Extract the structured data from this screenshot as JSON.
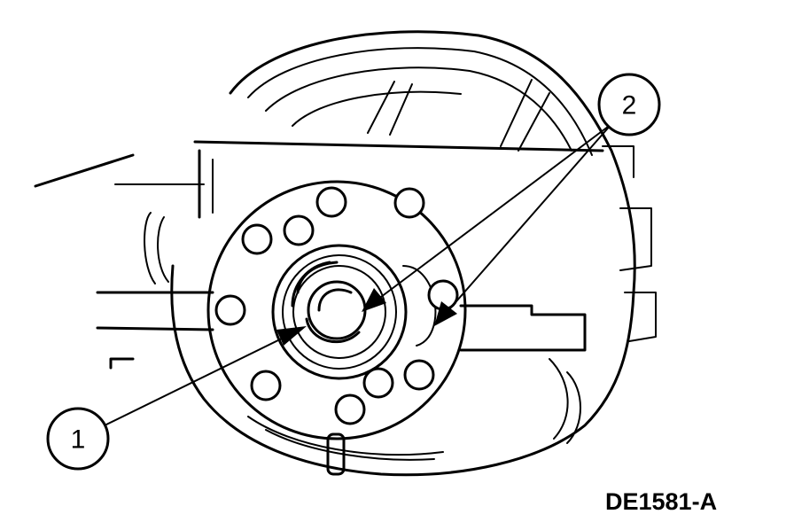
{
  "callouts": [
    {
      "label": "1"
    },
    {
      "label": "2"
    }
  ],
  "figure_code": "DE1581-A"
}
